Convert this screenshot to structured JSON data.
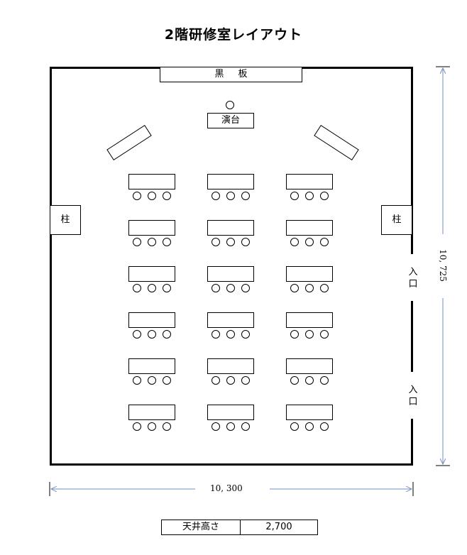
{
  "title": "2階研修室レイアウト",
  "board_label": "黒板",
  "podium_label": "演台",
  "pillar_label": "柱",
  "entrance_label": "入口",
  "dimensions": {
    "width": "10, 300",
    "height": "10, 725"
  },
  "ceiling": {
    "label": "天井高さ",
    "value": "2,700"
  },
  "seating": {
    "rows": 6,
    "columns": 3,
    "chairs_per_desk": 3
  },
  "colors": {
    "dimension_line": "#6f8fc0",
    "lines": "#000000"
  }
}
